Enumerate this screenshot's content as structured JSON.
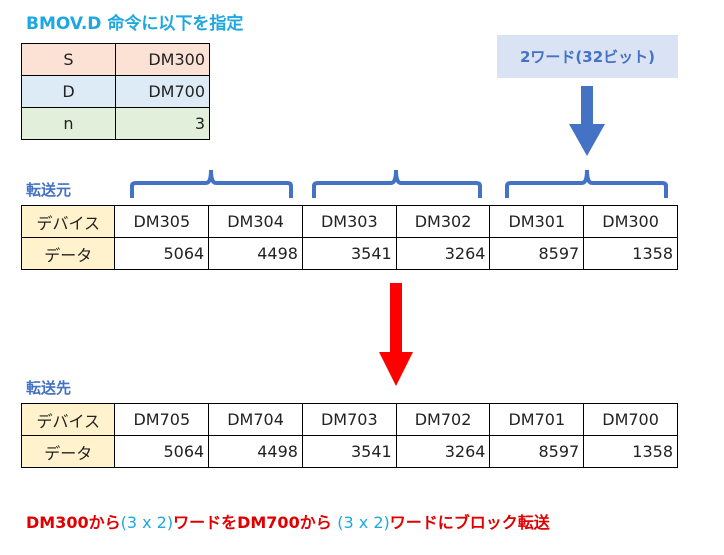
{
  "title": "BMOV.D 命令に以下を指定",
  "params": [
    {
      "k": "S",
      "v": "DM300",
      "bg": "#fbe2d5"
    },
    {
      "k": "D",
      "v": "DM700",
      "bg": "#ddebf7"
    },
    {
      "k": "n",
      "v": "3",
      "bg": "#e2efda"
    }
  ],
  "word_label": "2ワード(32ビット)",
  "source": {
    "label": "転送元",
    "row_labels": [
      "デバイス",
      "データ"
    ],
    "devices": [
      "DM305",
      "DM304",
      "DM303",
      "DM302",
      "DM301",
      "DM300"
    ],
    "values": [
      "5064",
      "4498",
      "3541",
      "3264",
      "8597",
      "1358"
    ]
  },
  "dest": {
    "label": "転送先",
    "row_labels": [
      "デバイス",
      "データ"
    ],
    "devices": [
      "DM705",
      "DM704",
      "DM703",
      "DM702",
      "DM701",
      "DM700"
    ],
    "values": [
      "5064",
      "4498",
      "3541",
      "3264",
      "8597",
      "1358"
    ]
  },
  "bottom": {
    "p1": "DM300から",
    "p2": "(3 x 2)",
    "p3": "ワードをDM700から ",
    "p4": "(3 x 2)",
    "p5": "ワードにブロック転送"
  },
  "colors": {
    "blue": "#4472c4",
    "red": "#ff0000",
    "cyan": "#1ea7e1"
  }
}
